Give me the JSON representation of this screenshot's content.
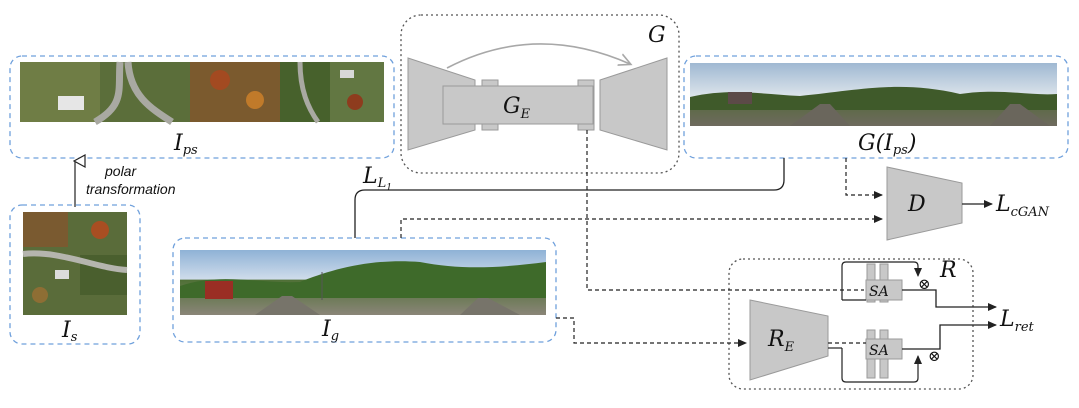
{
  "labels": {
    "generator": "G",
    "generator_encoder_main": "G",
    "generator_encoder_sub": "E",
    "polar_sat_main": "I",
    "polar_sat_sub": "ps",
    "generated_prefix": "G(I",
    "generated_sub": "ps",
    "generated_suffix": ")",
    "satellite_main": "I",
    "satellite_sub": "s",
    "ground_main": "I",
    "ground_sub": "g",
    "discriminator": "D",
    "retrieval_encoder_main": "R",
    "retrieval_encoder_sub": "E",
    "self_attention_top": "SA",
    "self_attention_bottom": "SA",
    "recon_result": "R",
    "loss_l1_main": "L",
    "loss_l1_sub": "L",
    "loss_l1_subsub": "1",
    "loss_cgan_main": "L",
    "loss_cgan_sub": "cGAN",
    "loss_ret_main": "L",
    "loss_ret_sub": "ret",
    "polar_note_line1": "polar",
    "polar_note_line2": "transformation",
    "multiply_symbol": "⊗"
  },
  "colors": {
    "dashed_box": "#6fa0dc",
    "module_fill": "#c8c8c8",
    "module_stroke": "#9a9a9a",
    "line": "#222222",
    "dotted_box": "#555555",
    "skip_arrow": "#a8a8a8"
  }
}
